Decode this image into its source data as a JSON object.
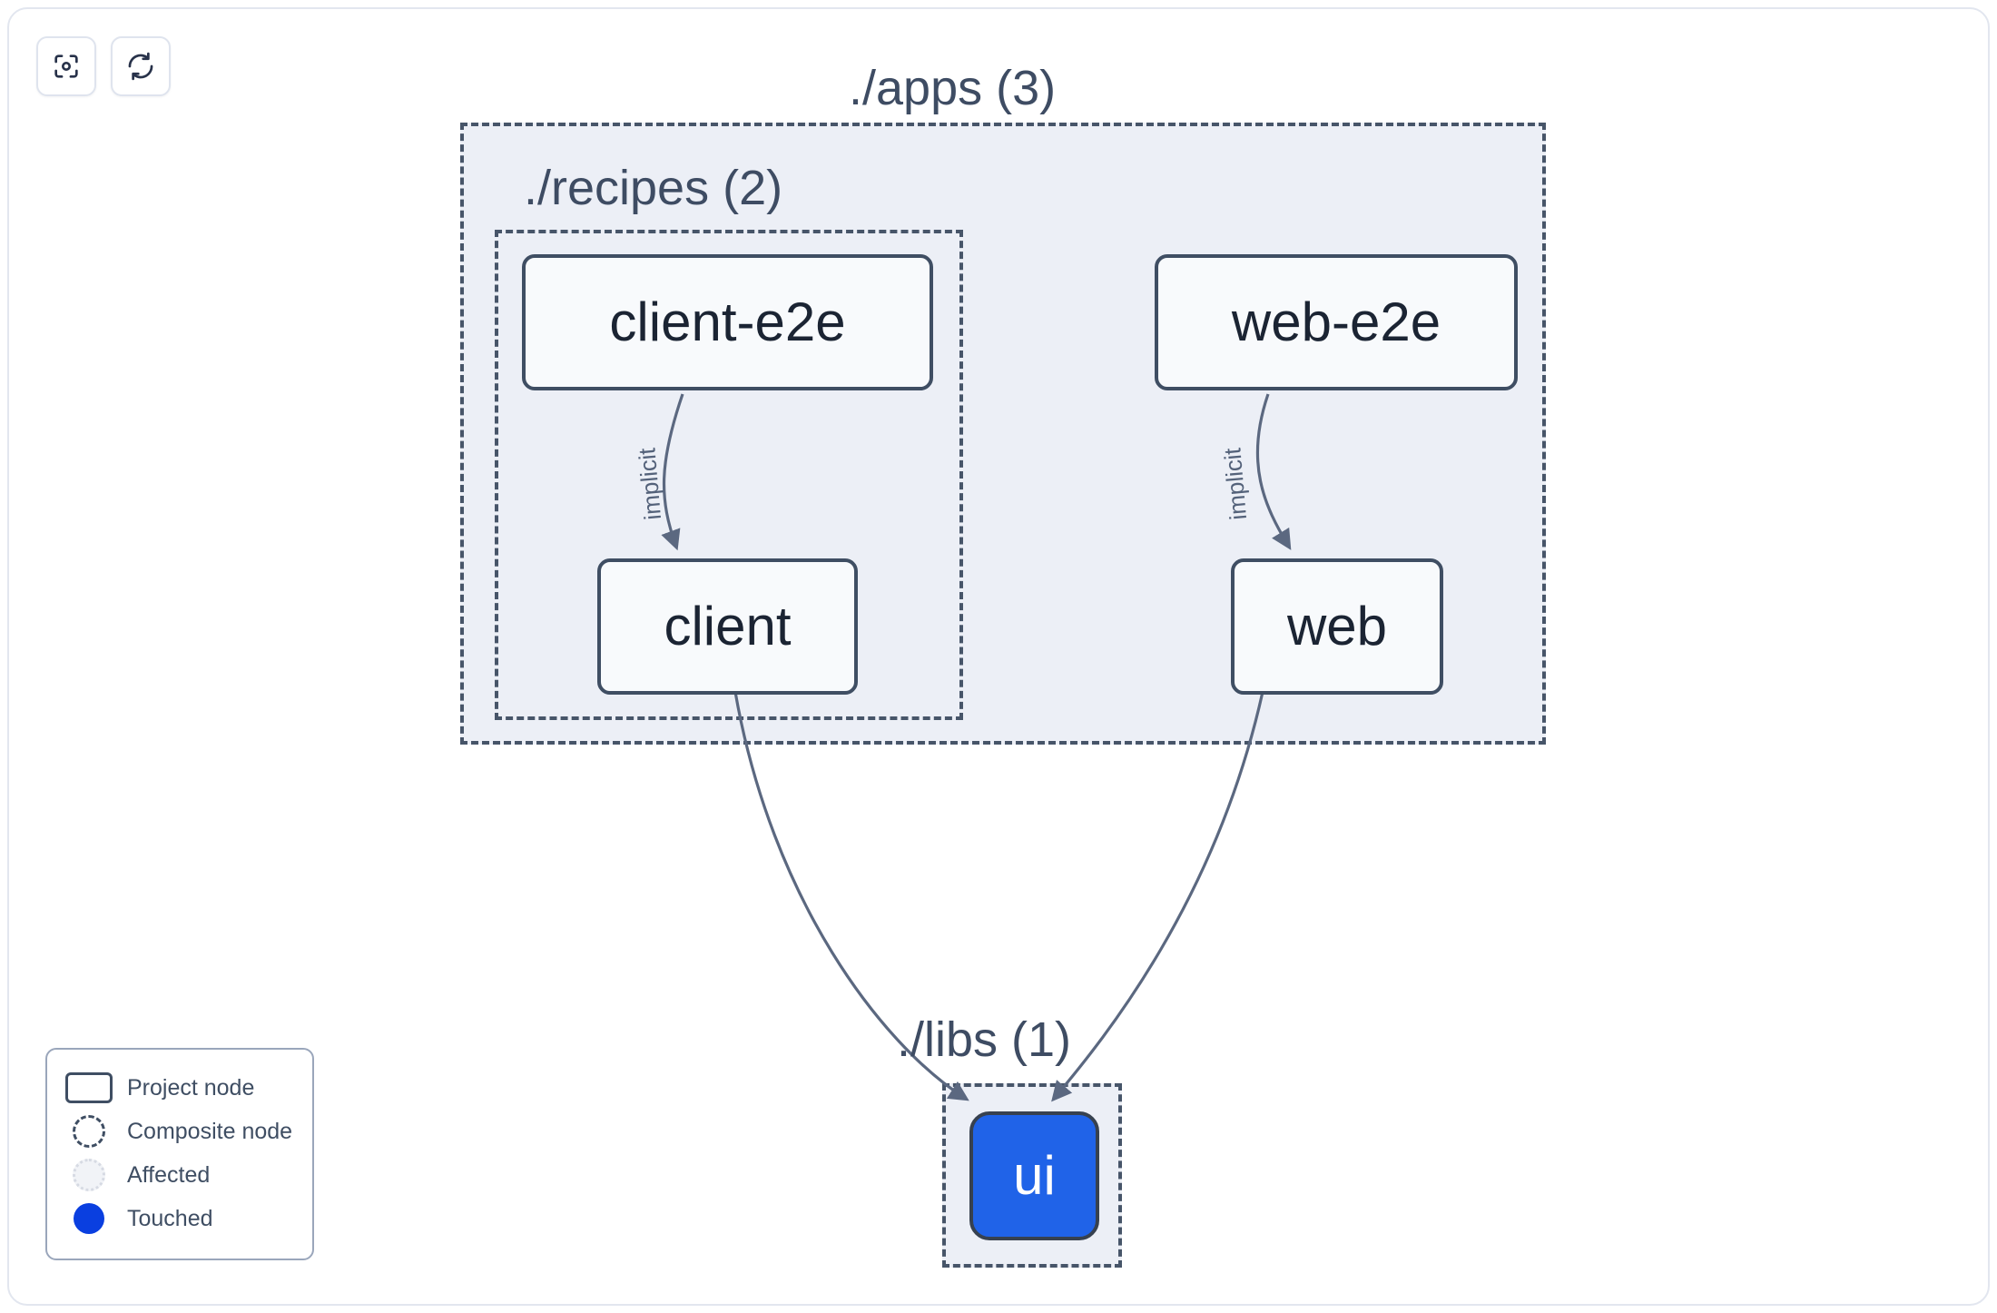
{
  "toolbar": {
    "buttons": [
      {
        "id": "focus-graph",
        "icon": "focus-target-icon",
        "label": "Focus graph"
      },
      {
        "id": "refresh-graph",
        "icon": "refresh-sync-icon",
        "label": "Refresh graph"
      }
    ]
  },
  "graph": {
    "groups": [
      {
        "id": "apps",
        "label": "./apps (3)",
        "count": 3
      },
      {
        "id": "recipes",
        "label": "./recipes (2)",
        "count": 2
      },
      {
        "id": "libs",
        "label": "./libs (1)",
        "count": 1
      }
    ],
    "nodes": [
      {
        "id": "client-e2e",
        "label": "client-e2e",
        "group": "recipes",
        "state": "normal"
      },
      {
        "id": "client",
        "label": "client",
        "group": "recipes",
        "state": "normal"
      },
      {
        "id": "web-e2e",
        "label": "web-e2e",
        "group": "apps",
        "state": "normal"
      },
      {
        "id": "web",
        "label": "web",
        "group": "apps",
        "state": "normal"
      },
      {
        "id": "ui",
        "label": "ui",
        "group": "libs",
        "state": "touched"
      }
    ],
    "edges": [
      {
        "from": "client-e2e",
        "to": "client",
        "label": "implicit"
      },
      {
        "from": "web-e2e",
        "to": "web",
        "label": "implicit"
      },
      {
        "from": "client",
        "to": "ui",
        "label": ""
      },
      {
        "from": "web",
        "to": "ui",
        "label": ""
      }
    ]
  },
  "legend": {
    "items": [
      {
        "id": "project-node",
        "label": "Project node",
        "swatch": "project-node-swatch"
      },
      {
        "id": "composite-node",
        "label": "Composite node",
        "swatch": "composite-node-swatch"
      },
      {
        "id": "affected",
        "label": "Affected",
        "swatch": "affected-swatch"
      },
      {
        "id": "touched",
        "label": "Touched",
        "swatch": "touched-swatch"
      }
    ]
  },
  "colors": {
    "touched": "#0a3fe0",
    "node_stroke": "#3f4e63",
    "group_fill": "#eceff6",
    "group_stroke": "#475569",
    "edge_stroke": "#5b6880",
    "canvas": "#ffffff"
  }
}
